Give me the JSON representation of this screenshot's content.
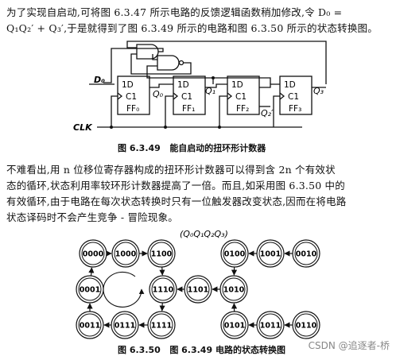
{
  "paragraph1": {
    "line1": "为了实现自启动,可将图 6.3.47 所示电路的反馈逻辑函数稍加修改,令 D₀ =",
    "line2": "Q₁Q₂′ + Q₃′,于是就得到了图 6.3.49 所示的电路和图 6.3.50 所示的状态转换图。"
  },
  "circuit": {
    "labels": {
      "d0": "D₀",
      "clk": "CLK",
      "q0": "Q₀",
      "q1": "Q₁",
      "q2p": "Q₂′",
      "q3": "Q₃"
    },
    "flipflops": [
      {
        "d": "1D",
        "c": "C1",
        "name": "FF₀"
      },
      {
        "d": "1D",
        "c": "C1",
        "name": "FF₁"
      },
      {
        "d": "1D",
        "c": "C1",
        "name": "FF₂"
      },
      {
        "d": "1D",
        "c": "C1",
        "name": "FF₃"
      }
    ]
  },
  "caption1": {
    "number": "图 6.3.49",
    "text": "能自启动的扭环形计数器"
  },
  "paragraph2": {
    "line1": "不难看出,用 n 位移位寄存器构成的扭环形计数器可以得到含 2n 个有效状",
    "line2": "态的循环,状态利用率较环形计数器提高了一倍。而且,如采用图 6.3.50 中的",
    "line3": "有效循环,由于电路在每次状态转换时只有一位触发器改变状态,因而在将电路",
    "line4": "状态译码时不会产生竞争 - 冒险现象。"
  },
  "state_diagram": {
    "header": "(Q₀Q₁Q₂Q₃)",
    "states": [
      "0000",
      "1000",
      "1100",
      "0001",
      "1110",
      "0011",
      "0111",
      "1111",
      "1101",
      "1010",
      "0100",
      "1001",
      "0010",
      "0101",
      "1011",
      "0110"
    ]
  },
  "caption2": {
    "number": "图 6.3.50",
    "text": "图 6.3.49 电路的状态转换图"
  },
  "watermark": "CSDN @追逐者-桥"
}
